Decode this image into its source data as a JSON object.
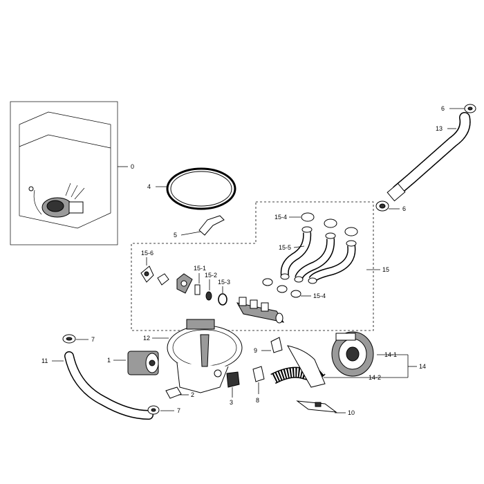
{
  "labels": {
    "l0": "0",
    "l1": "1",
    "l2": "2",
    "l3": "3",
    "l4": "4",
    "l5": "5",
    "l6a": "6",
    "l6b": "6",
    "l7a": "7",
    "l7b": "7",
    "l8": "8",
    "l9": "9",
    "l10": "10",
    "l11": "11",
    "l12": "12",
    "l13": "13",
    "l14": "14",
    "l14_1": "14-1",
    "l14_2": "14-2",
    "l15": "15",
    "l15_1": "15-1",
    "l15_2": "15-2",
    "l15_3": "15-3",
    "l15_4a": "15-4",
    "l15_4b": "15-4",
    "l15_5": "15-5",
    "l15_6": "15-6"
  }
}
